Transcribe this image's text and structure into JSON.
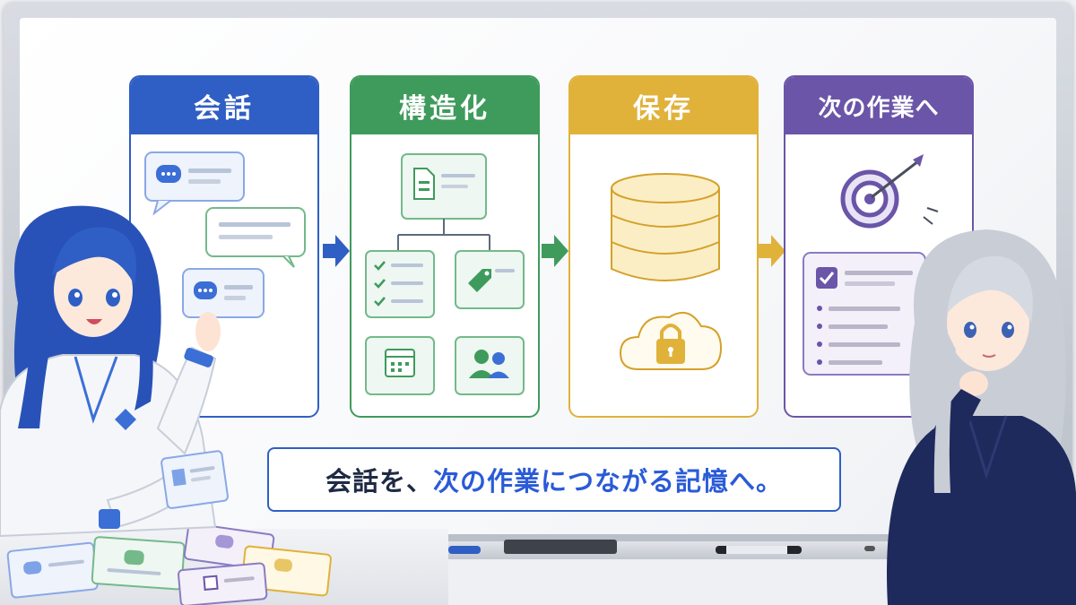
{
  "steps": [
    {
      "id": "kaiwa",
      "title": "会話",
      "color": "#2f5fc4",
      "icon": "chat-bubbles-icon"
    },
    {
      "id": "kozoka",
      "title": "構造化",
      "color": "#3e9b5c",
      "icon": "tree-structure-icon"
    },
    {
      "id": "hozon",
      "title": "保存",
      "color": "#e0b23a",
      "icon": "database-lock-icon"
    },
    {
      "id": "tsugi",
      "title": "次の作業へ",
      "color": "#6a55a8",
      "icon": "target-checklist-icon"
    }
  ],
  "caption": {
    "part1": "会話を、",
    "part2": "次の作業につながる記憶へ。"
  },
  "colors": {
    "blue": "#2f5fc4",
    "green": "#3e9b5c",
    "yellow": "#e0b23a",
    "purple": "#6a55a8"
  }
}
